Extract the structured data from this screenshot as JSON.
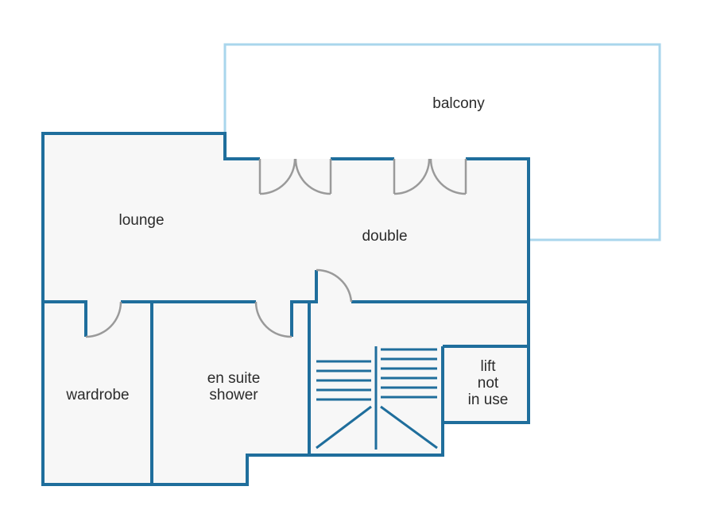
{
  "rooms": {
    "balcony": "balcony",
    "lounge": "lounge",
    "double": "double",
    "wardrobe": "wardrobe",
    "ensuite_line1": "en suite",
    "ensuite_line2": "shower",
    "lift_line1": "lift",
    "lift_line2": "not",
    "lift_line3": "in use"
  },
  "colors": {
    "wall": "#1f6e9c",
    "balcony_outline": "#a9d6ec",
    "floor": "#f7f7f7",
    "door": "#9a9a9a"
  }
}
